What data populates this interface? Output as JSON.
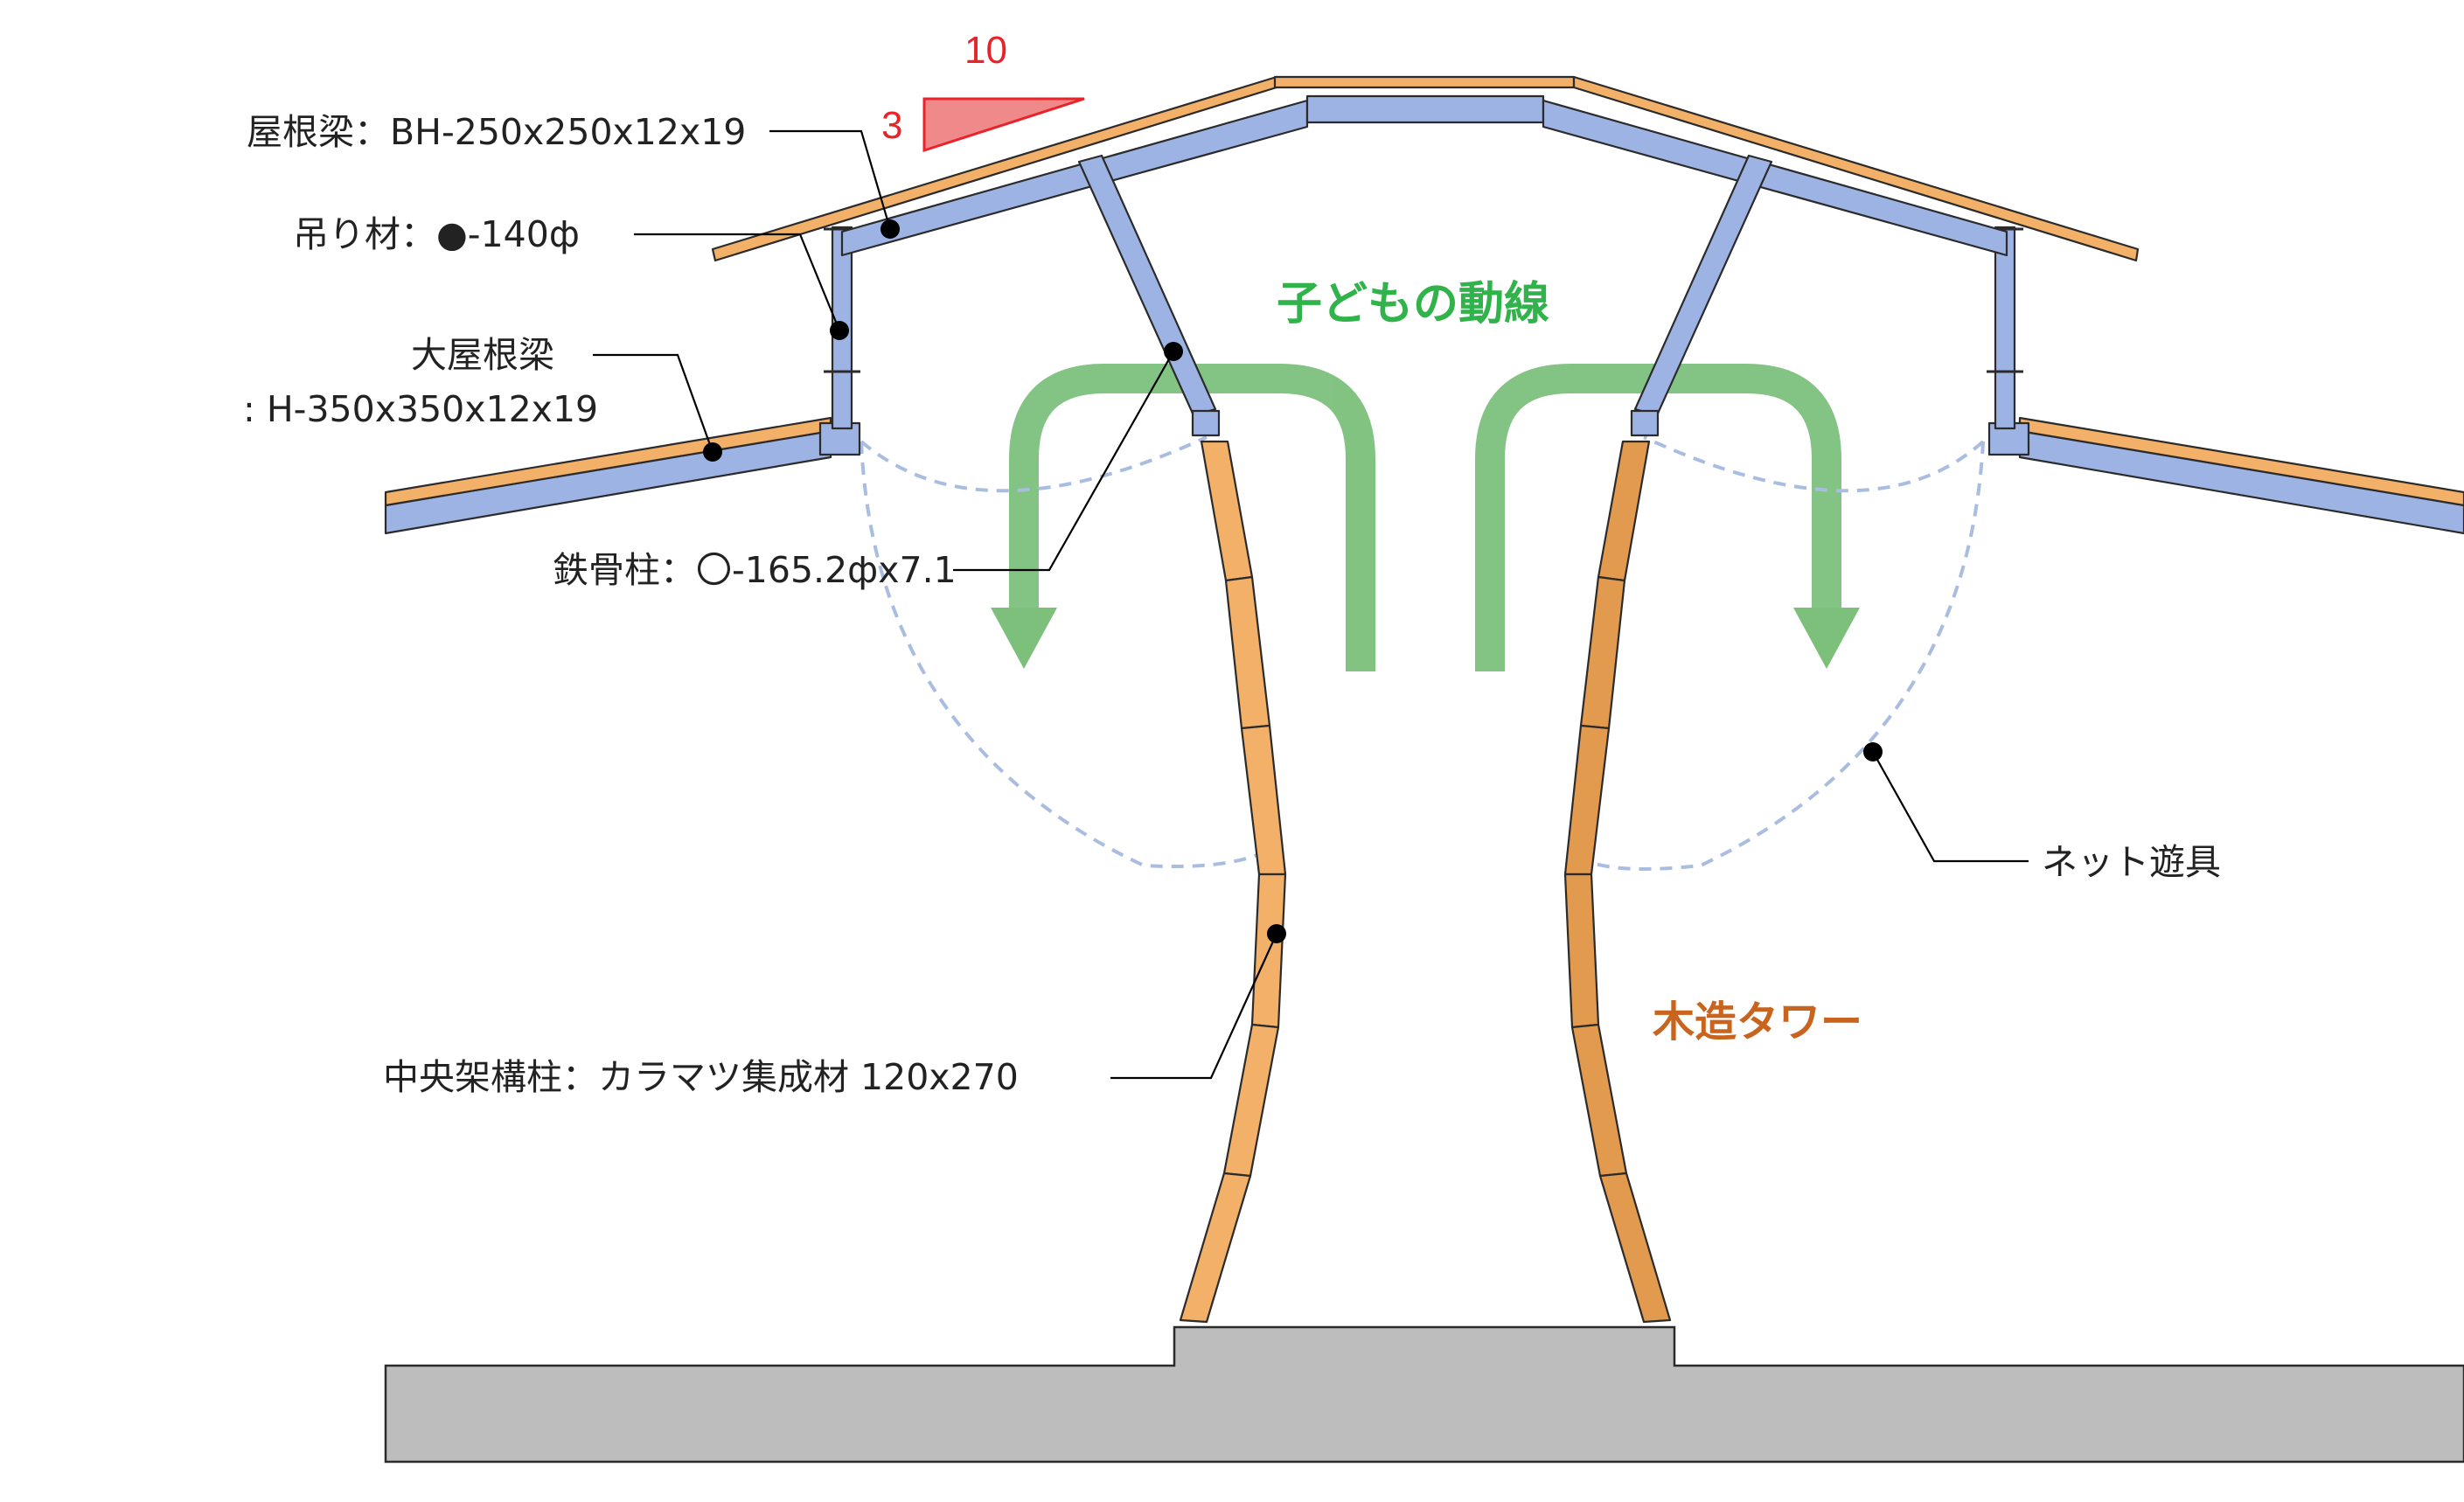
{
  "labels": {
    "roof_beam": "屋根梁：BH-250x250x12x19",
    "hanger": "吊り材：●-140ф",
    "main_roof_beam_1": "大屋根梁",
    "main_roof_beam_2": ": H-350x350x12x19",
    "steel_column": "鉄骨柱：〇-165.2фx7.1",
    "kids_flow": "子どもの動線",
    "net_play": "ネット遊具",
    "wood_tower": "木造タワー",
    "central_column": "中央架構柱：カラマツ集成材 120x270"
  },
  "slope": {
    "run": "10",
    "rise": "3"
  },
  "colors": {
    "steel": "#9db3e3",
    "wood": "#f2b068",
    "wood_dark": "#e29a4e",
    "flow_arrow": "#7cc07c",
    "net": "#a9bde0",
    "ground": "#bdbdbd",
    "slope_red": "#e8232a",
    "flow_text": "#2fb34a",
    "tower_text": "#c8641e"
  }
}
